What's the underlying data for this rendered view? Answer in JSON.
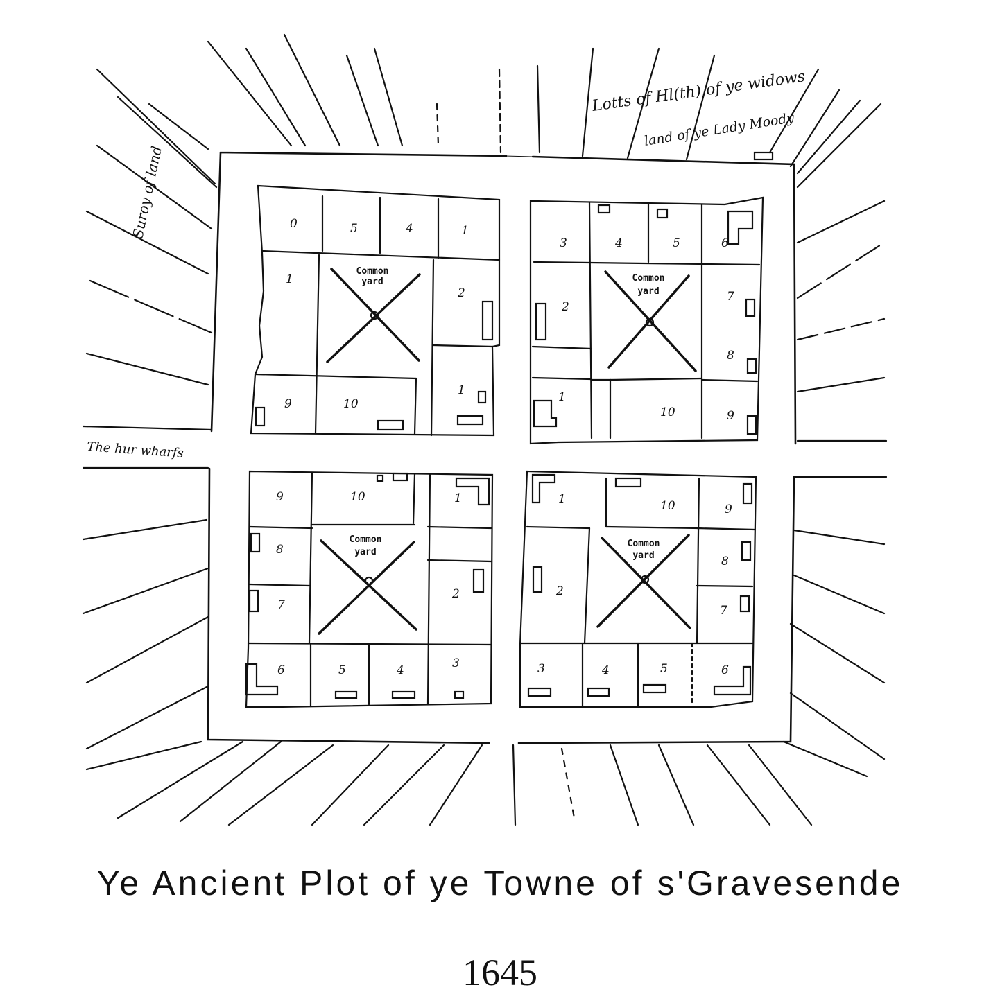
{
  "map": {
    "title": "Ye Ancient Plot of ye Towne of s'Gravesende",
    "year": "1645",
    "common_yard_label": [
      "Common",
      "yard"
    ],
    "annotations": {
      "top_right_1": "Lotts of Hl(th) of ye widows",
      "top_right_2": "land of ye Lady Moody",
      "left_side": "Suroy of land",
      "middle_left": "The hur wharfs"
    },
    "blocks": {
      "nw": [
        "0",
        "5",
        "4",
        "1",
        "2",
        "1",
        "10",
        "9",
        "1"
      ],
      "ne": [
        "3",
        "4",
        "5",
        "6",
        "2",
        "7",
        "8",
        "1",
        "10",
        "9"
      ],
      "sw": [
        "9",
        "10",
        "1",
        "8",
        "2",
        "7",
        "6",
        "5",
        "4",
        "3"
      ],
      "se": [
        "1",
        "10",
        "9",
        "2",
        "8",
        "7",
        "3",
        "4",
        "5",
        "6"
      ]
    }
  }
}
